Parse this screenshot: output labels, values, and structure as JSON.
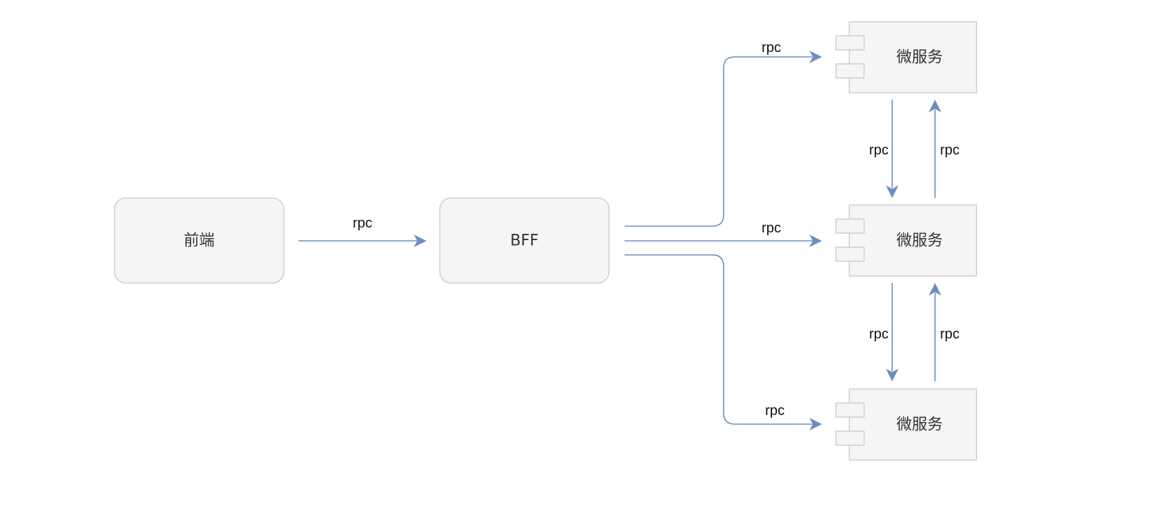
{
  "colors": {
    "node_fill": "#f5f5f5",
    "node_stroke": "#cfcfcf",
    "edge": "#6c8ebf",
    "text": "#333333"
  },
  "nodes": {
    "frontend": {
      "label": "前端",
      "shape": "rounded-rectangle"
    },
    "bff": {
      "label": "BFF",
      "shape": "rounded-rectangle"
    },
    "service_1": {
      "label": "微服务",
      "shape": "uml-component"
    },
    "service_2": {
      "label": "微服务",
      "shape": "uml-component"
    },
    "service_3": {
      "label": "微服务",
      "shape": "uml-component"
    }
  },
  "edges": [
    {
      "from": "frontend",
      "to": "bff",
      "label": "rpc"
    },
    {
      "from": "bff",
      "to": "service_1",
      "label": "rpc"
    },
    {
      "from": "bff",
      "to": "service_2",
      "label": "rpc"
    },
    {
      "from": "bff",
      "to": "service_3",
      "label": "rpc"
    },
    {
      "from": "service_1",
      "to": "service_2",
      "label": "rpc"
    },
    {
      "from": "service_2",
      "to": "service_1",
      "label": "rpc"
    },
    {
      "from": "service_2",
      "to": "service_3",
      "label": "rpc"
    },
    {
      "from": "service_3",
      "to": "service_2",
      "label": "rpc"
    }
  ]
}
